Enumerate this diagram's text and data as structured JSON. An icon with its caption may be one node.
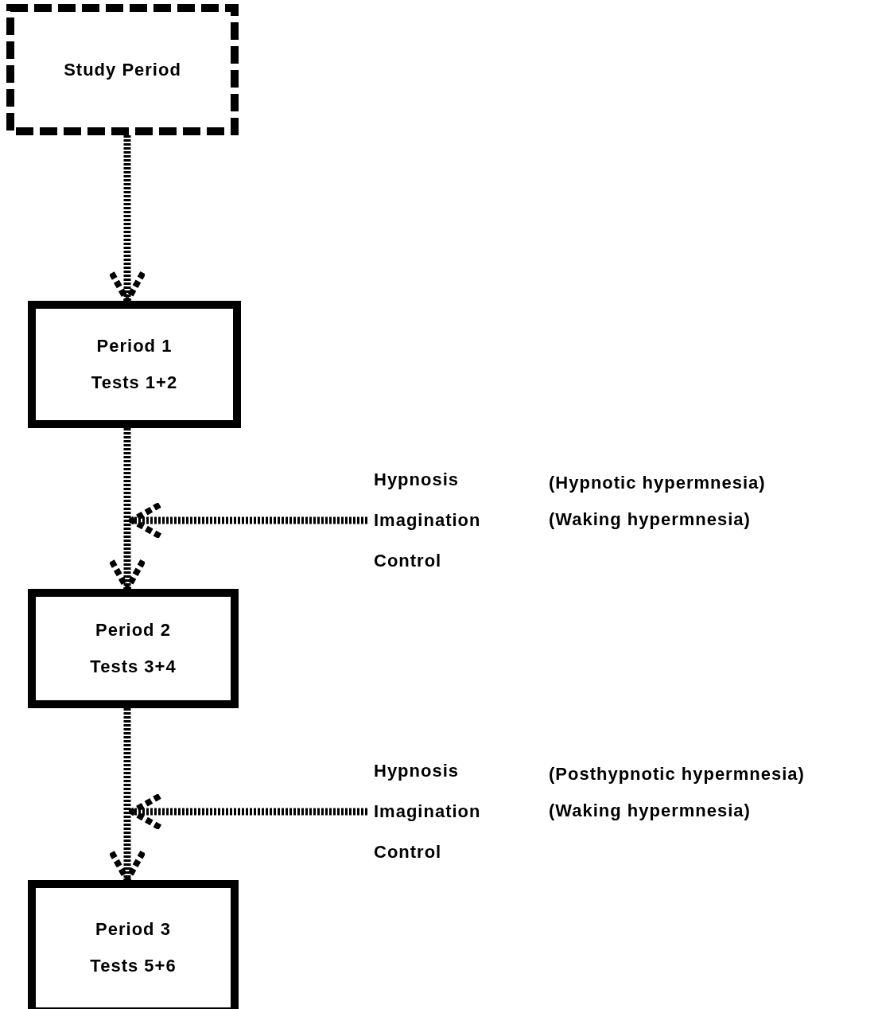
{
  "diagram": {
    "nodes": [
      {
        "text": [
          "Study Period"
        ]
      },
      {
        "text": [
          "Period 1",
          "Tests 1+2"
        ]
      },
      {
        "text": [
          "Period 2",
          "Tests 3+4"
        ]
      },
      {
        "text": [
          "Period 3",
          "Tests 5+6"
        ]
      },
      {
        "text": [
          "Hypnosis",
          "Imagination",
          "Control"
        ]
      },
      {
        "text": [
          "Hypnosis",
          "Imagination",
          "Control"
        ]
      }
    ],
    "edges": [
      {
        "from": 0,
        "to": 1,
        "arrow": "to"
      },
      {
        "from": 1,
        "to": 2,
        "arrow": "to"
      },
      {
        "from": 2,
        "to": 3,
        "arrow": "to"
      },
      {
        "from": 4,
        "to": null,
        "arrow": "to"
      },
      {
        "from": 5,
        "to": null,
        "arrow": "to"
      }
    ],
    "labels": [
      "(Hypnotic hypermnesia)",
      "(Waking hypermnesia)",
      "(Posthypnotic hypermnesia)",
      "(Waking hypermnesia)"
    ]
  }
}
